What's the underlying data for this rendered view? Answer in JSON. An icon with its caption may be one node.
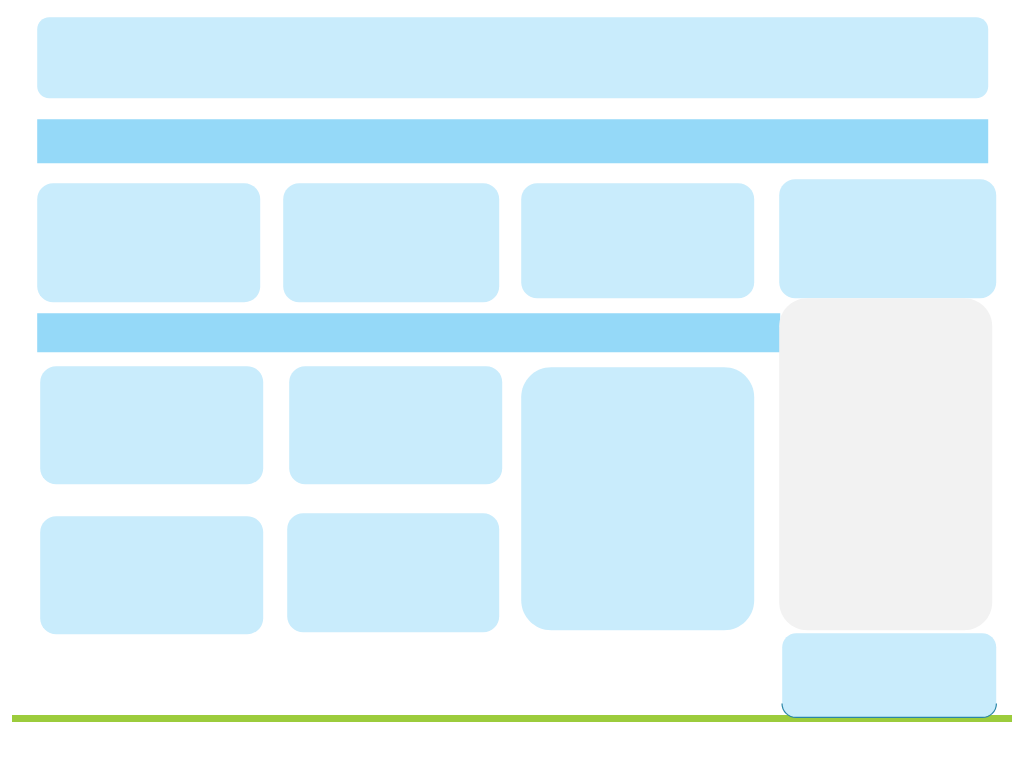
{
  "diagram": {
    "nodes": [
      {
        "text": [],
        "shape": "box"
      },
      {
        "text": [],
        "shape": "bar"
      },
      {
        "text": [],
        "shape": "box"
      },
      {
        "text": [],
        "shape": "box"
      },
      {
        "text": [],
        "shape": "box"
      },
      {
        "text": [],
        "shape": "box"
      },
      {
        "text": [],
        "shape": "bar"
      },
      {
        "text": [],
        "shape": "box"
      },
      {
        "text": [],
        "shape": "box"
      },
      {
        "text": [],
        "shape": "box"
      },
      {
        "text": [],
        "shape": "box"
      },
      {
        "text": [],
        "shape": "box"
      },
      {
        "text": [],
        "shape": "box"
      },
      {
        "text": [],
        "shape": "box"
      }
    ]
  }
}
